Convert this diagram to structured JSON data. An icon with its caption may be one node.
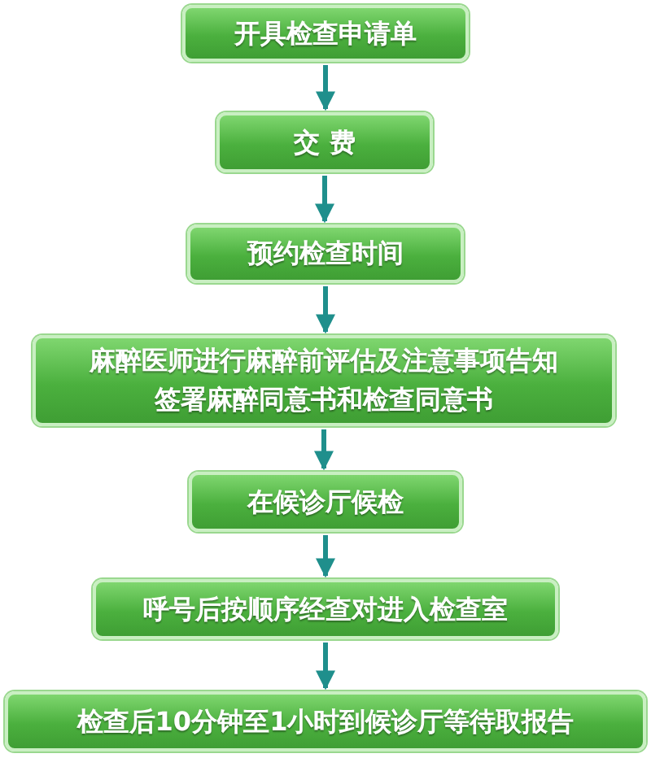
{
  "diagram": {
    "nodes": [
      {
        "text": [
          "开具检查申请单"
        ]
      },
      {
        "text": [
          "交 费"
        ]
      },
      {
        "text": [
          "预约检查时间"
        ]
      },
      {
        "text": [
          "麻醉医师进行麻醉前评估及注意事项告知签署麻醉同意书和检查同意书"
        ]
      },
      {
        "text": [
          "在候诊厅候检"
        ]
      },
      {
        "text": [
          "呼号后按顺序经查对进入检查室"
        ]
      },
      {
        "text": [
          "检查后10分钟至1小时到候诊厅等待取报告"
        ]
      }
    ],
    "edges": [
      {
        "from": 0,
        "to": 1,
        "arrow": "to"
      },
      {
        "from": 1,
        "to": 2,
        "arrow": "to"
      },
      {
        "from": 2,
        "to": 3,
        "arrow": "to"
      },
      {
        "from": 3,
        "to": 4,
        "arrow": "to"
      },
      {
        "from": 4,
        "to": 5,
        "arrow": "to"
      },
      {
        "from": 5,
        "to": 6,
        "arrow": "to"
      }
    ]
  }
}
